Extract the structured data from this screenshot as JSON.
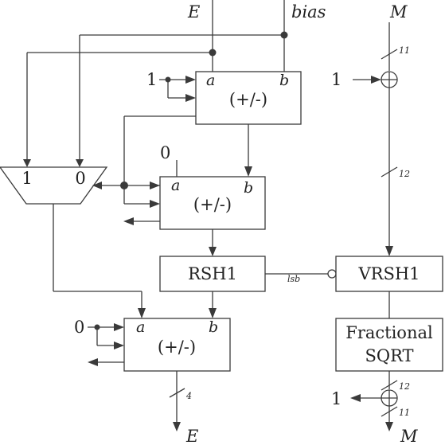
{
  "inputs": {
    "e": "E",
    "bias": "bias",
    "m": "M"
  },
  "outputs": {
    "e": "E",
    "m": "M"
  },
  "blocks": {
    "addsub_top": {
      "label": "(+/-)",
      "port_a": "a",
      "port_b": "b",
      "const_in": "1"
    },
    "addsub_mid": {
      "label": "(+/-)",
      "port_a": "a",
      "port_b": "b",
      "const_in": "0"
    },
    "addsub_bot": {
      "label": "(+/-)",
      "port_a": "a",
      "port_b": "b",
      "const_in": "0"
    },
    "mux": {
      "in1": "1",
      "in0": "0"
    },
    "rsh1": {
      "label": "RSH1"
    },
    "vrsh1": {
      "label": "VRSH1"
    },
    "fracsqrt": {
      "line1": "Fractional",
      "line2": "SQRT"
    },
    "adder_top": {
      "const_in": "1"
    },
    "adder_bot": {
      "const_in": "1"
    }
  },
  "signals": {
    "lsb": "lsb"
  },
  "bus_widths": {
    "m_in": "11",
    "m_mid": "12",
    "m_out_top": "12",
    "m_out_bot": "11",
    "e_out": "4"
  }
}
